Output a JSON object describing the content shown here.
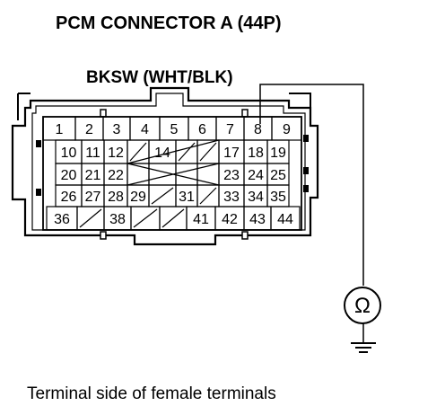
{
  "diagram": {
    "title": "PCM CONNECTOR A (44P)",
    "wire_label": "BKSW (WHT/BLK)",
    "caption": "Terminal side of female terminals",
    "meter_symbol": "Ω",
    "rows": [
      [
        "1",
        "2",
        "3",
        "4",
        "5",
        "6",
        "7",
        "8",
        "9"
      ],
      [
        "10",
        "11",
        "12",
        "",
        "14",
        "",
        "",
        "17",
        "18",
        "19"
      ],
      [
        "20",
        "21",
        "22",
        "",
        "",
        "",
        "",
        "23",
        "24",
        "25"
      ],
      [
        "26",
        "27",
        "28",
        "29",
        "",
        "31",
        "",
        "33",
        "34",
        "35"
      ],
      [
        "36",
        "",
        "38",
        "",
        "",
        "41",
        "42",
        "43",
        "44"
      ]
    ]
  }
}
